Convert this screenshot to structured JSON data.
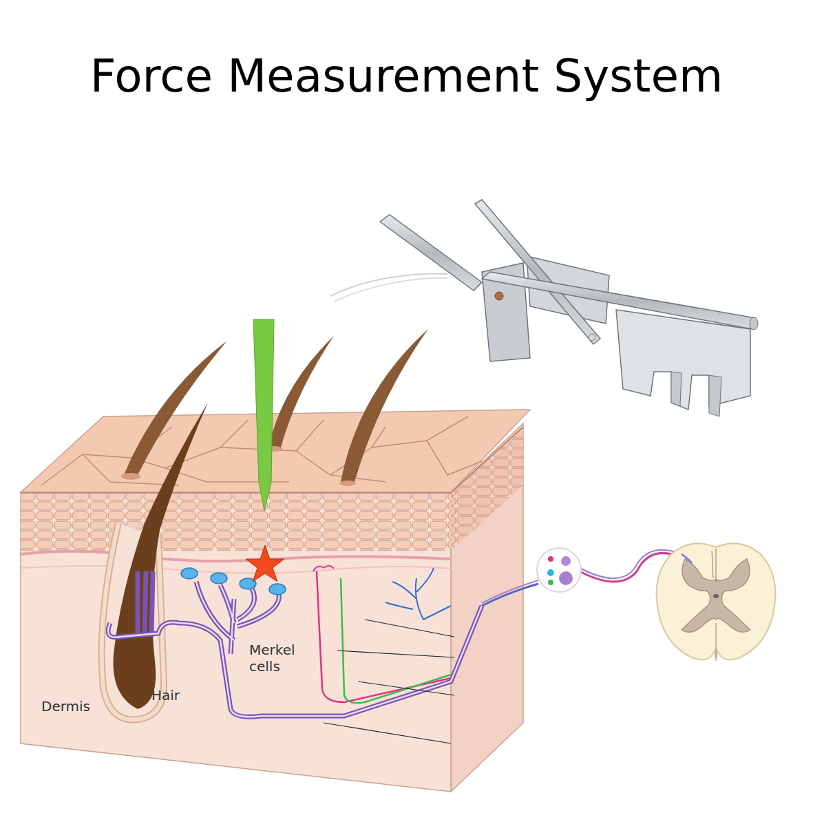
{
  "diagram": {
    "title": "Force Measurement System",
    "labels": [
      "Merkel cells",
      "Hair",
      "Dermis"
    ]
  }
}
